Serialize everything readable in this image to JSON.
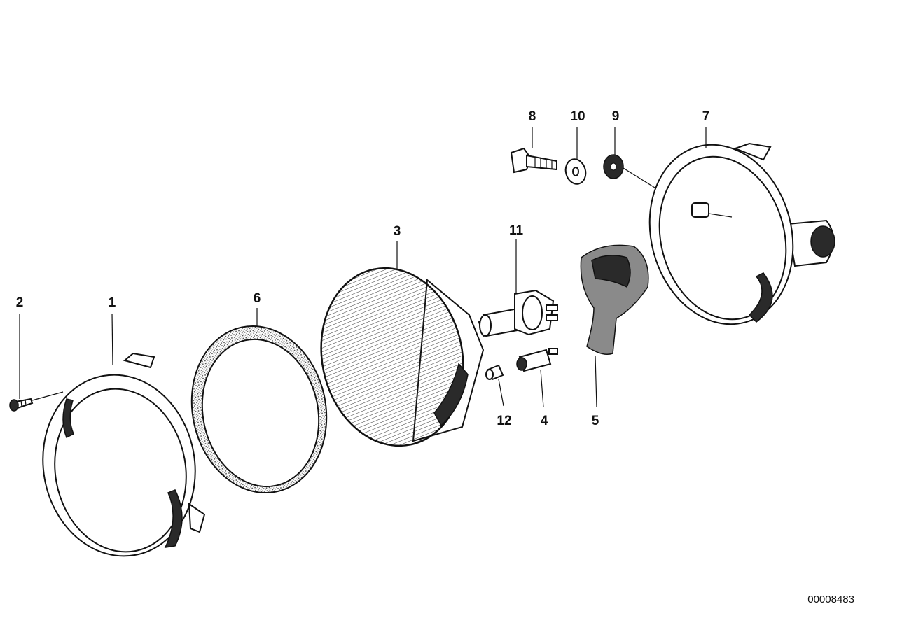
{
  "diagram": {
    "callouts": [
      {
        "id": "2",
        "label": "2"
      },
      {
        "id": "1",
        "label": "1"
      },
      {
        "id": "6",
        "label": "6"
      },
      {
        "id": "3",
        "label": "3"
      },
      {
        "id": "11",
        "label": "11"
      },
      {
        "id": "12",
        "label": "12"
      },
      {
        "id": "4",
        "label": "4"
      },
      {
        "id": "5",
        "label": "5"
      },
      {
        "id": "8",
        "label": "8"
      },
      {
        "id": "10",
        "label": "10"
      },
      {
        "id": "9",
        "label": "9"
      },
      {
        "id": "7",
        "label": "7"
      }
    ],
    "document_number": "00008483"
  }
}
